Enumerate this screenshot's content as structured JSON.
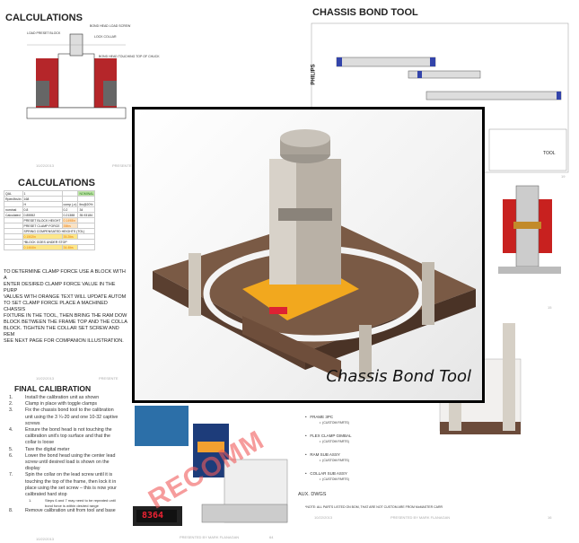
{
  "calc_slide_1": {
    "title": "CALCULATIONS",
    "labels": [
      "LOAD PRESET BLOCK",
      "BOND HEAD LOAD SCREW",
      "LOCK COLLAR",
      "BOND HEAD TOUCHING TOP OF CHUCK"
    ],
    "date": "10/22/2013",
    "presenter": "PRESENTE"
  },
  "chassis_slide": {
    "title": "CHASSIS BOND TOOL",
    "brand": "PHILIPS",
    "tool_label": "TOOL",
    "page": "19"
  },
  "calc_slide_2": {
    "title": "CALCULATIONS",
    "table_rows": [
      [
        "QAL",
        "1"
      ],
      [
        "Rpen/lbs/in",
        "168"
      ]
    ],
    "nominal": "NOMINAL",
    "cols": [
      "H",
      "comp (-n)",
      "lbs@20%"
    ],
    "rows": [
      [
        "nominal",
        "0.8",
        "0.2",
        "34"
      ],
      [
        "Calculated",
        "0.85552",
        "0.21388",
        "35.93184"
      ]
    ],
    "preset_height_label": "PRESET BLOCK HEIGHT",
    "preset_height": "0.1498in",
    "preset_force_label": "PRESET CLAMP FORCE",
    "preset_force": "35lbs",
    "spring_label": "SPRING COMPENSATED HEIGHTS (TOL)",
    "spring_rows": [
      [
        "0.1502in",
        "35.2lbs"
      ],
      [
        "0.1464in",
        "34.4lbs"
      ]
    ],
    "note": "*BLOCK GOES UNDER STOP",
    "paragraph": [
      "TO DETERMINE CLAMP FORCE USE A BLOCK WITH A",
      "ENTER DESIRED CLAMP FORCE VALUE IN THE PURP",
      "VALUES WITH ORANGE TEXT WILL UPDATE AUTOM",
      "TO SET CLAMP FORCE PLACE A MACHINED CHASSIS",
      "FIXTURE IN THE TOOL, THEN BRING THE RAM DOW",
      "BLOCK BETWEEN THE FRAME TOP AND THE COLLA",
      "BLOCK. TIGHTEN THE COLLAR SET SCREW AND REM",
      "SEE NEXT PAGE FOR COMPANION ILLUSTRATION."
    ],
    "date": "10/22/2013",
    "presenter": "PRESENTE"
  },
  "final_calibration": {
    "title": "FINAL CALIBRATION",
    "steps": [
      {
        "n": "1.",
        "text": "Install the calibration unit as shown"
      },
      {
        "n": "2.",
        "text": "Clamp in place with toggle clamps"
      },
      {
        "n": "3.",
        "text": "Fix the chassis bond tool to the calibration unit using the 3 ¼-20 and one 10-32 captive screws"
      },
      {
        "n": "4.",
        "text": "Ensure the bond head is not touching the calibration unit's top surface and that the collar is loose"
      },
      {
        "n": "5.",
        "text": "Tare the digital meter"
      },
      {
        "n": "6.",
        "text": "Lower the bond head using the center lead screw until desired load is shown on the display"
      },
      {
        "n": "7.",
        "text": "Spin the collar on the lead screw until it is touching the top of the frame, then lock it in place using the set screw – this is now your calibrated hard stop"
      },
      {
        "n": "1.",
        "text": "Steps 6 and 7 may need to be repeated until bond force is within desired range"
      },
      {
        "n": "8.",
        "text": "Remove calibration unit from tool and base"
      }
    ],
    "meter_value": "8364",
    "watermark": "RECOMM",
    "date": "10/22/2013",
    "presenter": "PRESENTED BY MARK FLANAGAN",
    "page": "64"
  },
  "bom_slide": {
    "items": [
      {
        "name": "FRAME 3PC",
        "sub": "(CUSTOM PARTS)"
      },
      {
        "name": "FLEX CLAMP GIMBAL",
        "sub": "(CUSTOM PARTS)"
      },
      {
        "name": "RAM SUB ASSY",
        "sub": "(CUSTOM PARTS)"
      },
      {
        "name": "COLLAR SUB ASSY",
        "sub": "(CUSTOM PARTS)"
      }
    ],
    "aux": "AUX. DWGS",
    "note": "*NOTE: ALL PARTS LISTED ON BOM, THAT ARE NOT CUSTOM ARE FROM McMASTER CARR",
    "date": "10/22/2013",
    "presenter": "PRESENTED BY MARK FLANAGAN",
    "page": "16",
    "page_15": "15"
  },
  "feature": {
    "caption": "Chassis Bond Tool"
  }
}
